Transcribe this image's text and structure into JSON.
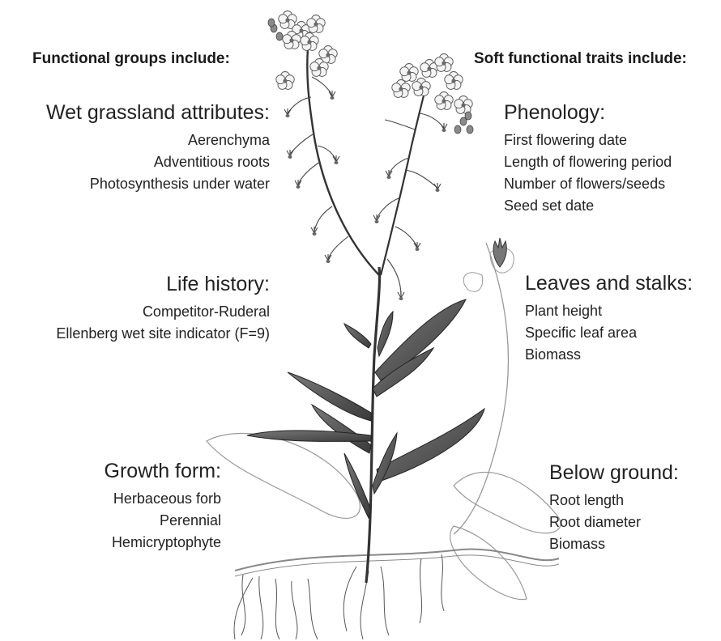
{
  "headers": {
    "left": "Functional groups include:",
    "right": "Soft functional traits include:"
  },
  "left_groups": [
    {
      "title": "Wet grassland attributes:",
      "items": [
        "Aerenchyma",
        "Adventitious roots",
        "Photosynthesis under water"
      ]
    },
    {
      "title": "Life history:",
      "items": [
        "Competitor-Ruderal",
        "Ellenberg wet site indicator (F=9)"
      ]
    },
    {
      "title": "Growth form:",
      "items": [
        "Herbaceous forb",
        "Perennial",
        "Hemicryptophyte"
      ]
    }
  ],
  "right_groups": [
    {
      "title": "Phenology:",
      "items": [
        "First flowering date",
        "Length of flowering period",
        "Number of flowers/seeds",
        "Seed set date"
      ]
    },
    {
      "title": "Leaves and stalks:",
      "items": [
        "Plant height",
        "Specific leaf area",
        "Biomass"
      ]
    },
    {
      "title": "Below ground:",
      "items": [
        "Root length",
        "Root diameter",
        "Biomass"
      ]
    }
  ],
  "illustration": {
    "subject": "forget-me-not-plant",
    "color": "#3c3c3c"
  }
}
